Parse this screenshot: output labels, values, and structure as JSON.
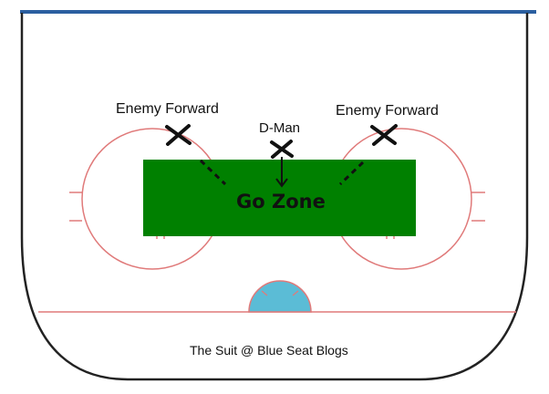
{
  "labels": {
    "enemy_forward_left": "Enemy Forward",
    "enemy_forward_right": "Enemy Forward",
    "d_man": "D-Man",
    "go_zone": "Go Zone"
  },
  "credit": "The Suit @ Blue Seat Blogs",
  "colors": {
    "go_zone_fill": "#008000",
    "crease_fill": "#5bbcd6",
    "rink_line_red": "#e07a7a",
    "top_line_blue": "#2b5fa0",
    "board_outline": "#222222",
    "marker": "#111111"
  }
}
